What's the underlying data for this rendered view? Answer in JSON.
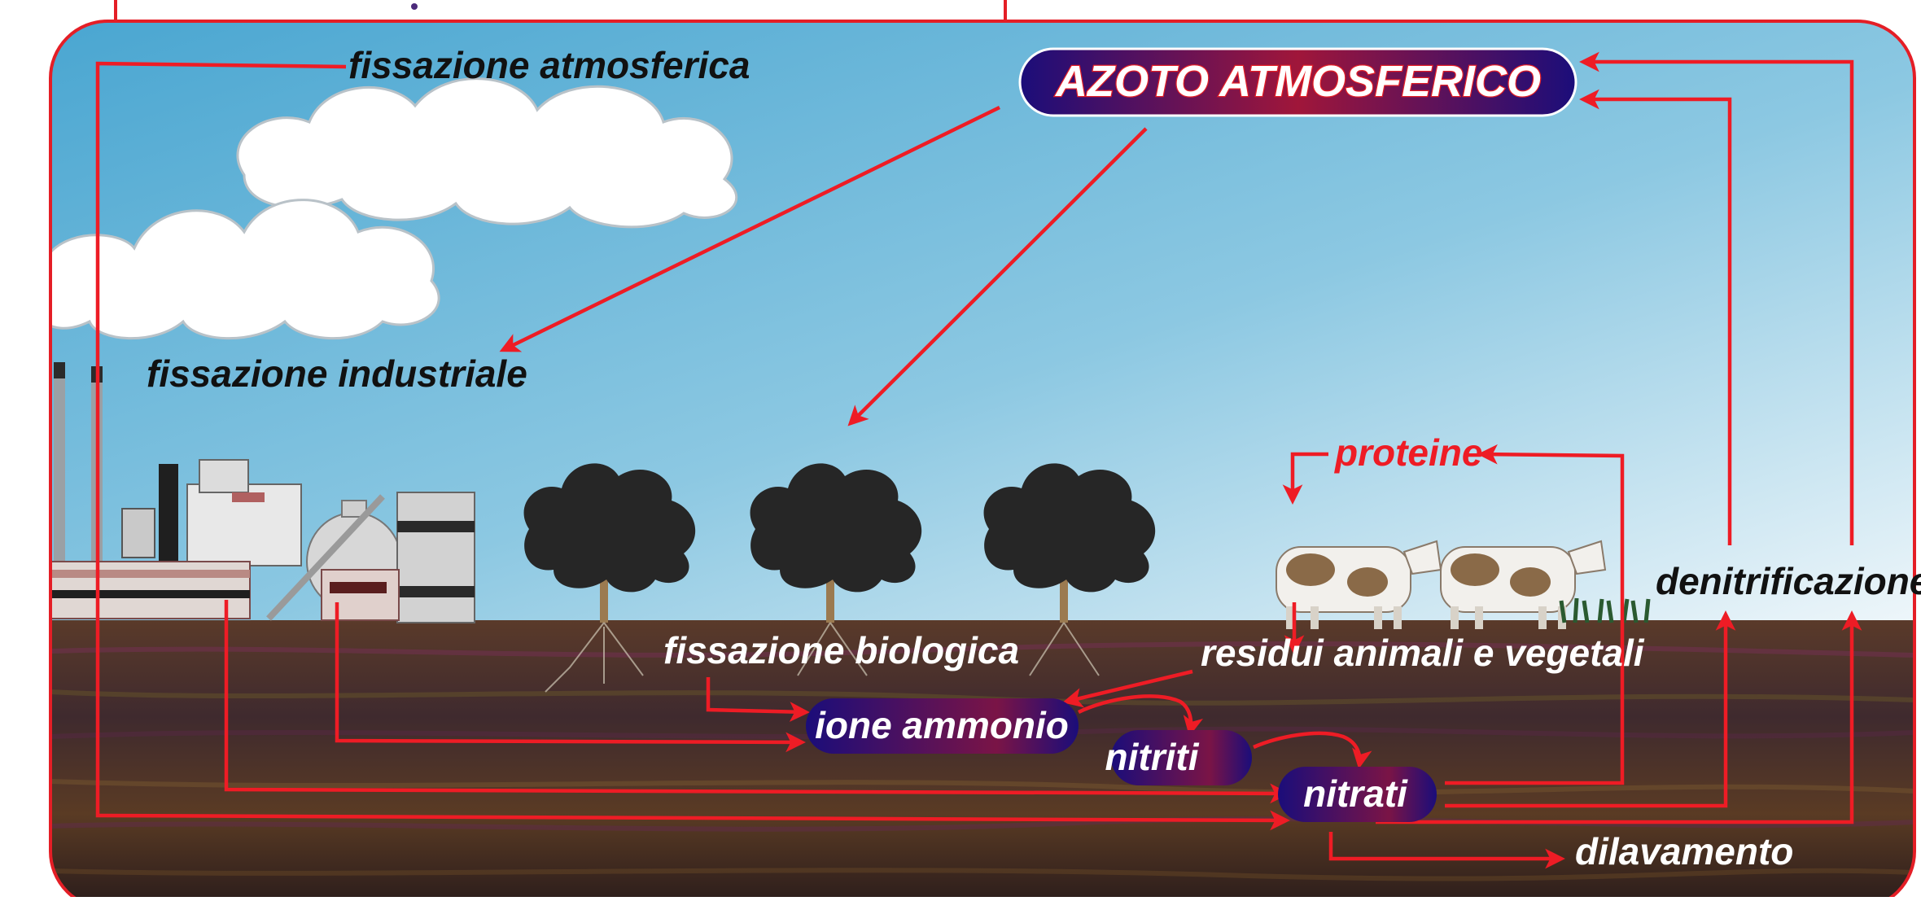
{
  "diagram": {
    "labels": {
      "atmospheric_nitrogen": "AZOTO ATMOSFERICO",
      "atmospheric_fixation": "fissazione atmosferica",
      "industrial_fixation": "fissazione industriale",
      "biological_fixation": "fissazione biologica",
      "ammonium_ion": "ione ammonio",
      "nitrites": "nitriti",
      "nitrates": "nitrati",
      "proteins": "proteine",
      "residues": "residui animali e vegetali",
      "denitrification": "denitrificazione",
      "leaching": "dilavamento"
    },
    "colors": {
      "frame": "#e41e26",
      "arrow": "#ee1c25",
      "pill_dark": "#1b0d7a",
      "pill_red": "#a0163a",
      "sky_top": "#4fa9d3",
      "sky_bottom": "#e6f3f8",
      "soil": "#3a2420",
      "tree": "#262626",
      "trunk": "#9b7a50"
    },
    "icons": [
      "cloud-icon",
      "factory-icon",
      "tree-icon",
      "cow-icon",
      "grass-icon"
    ]
  }
}
